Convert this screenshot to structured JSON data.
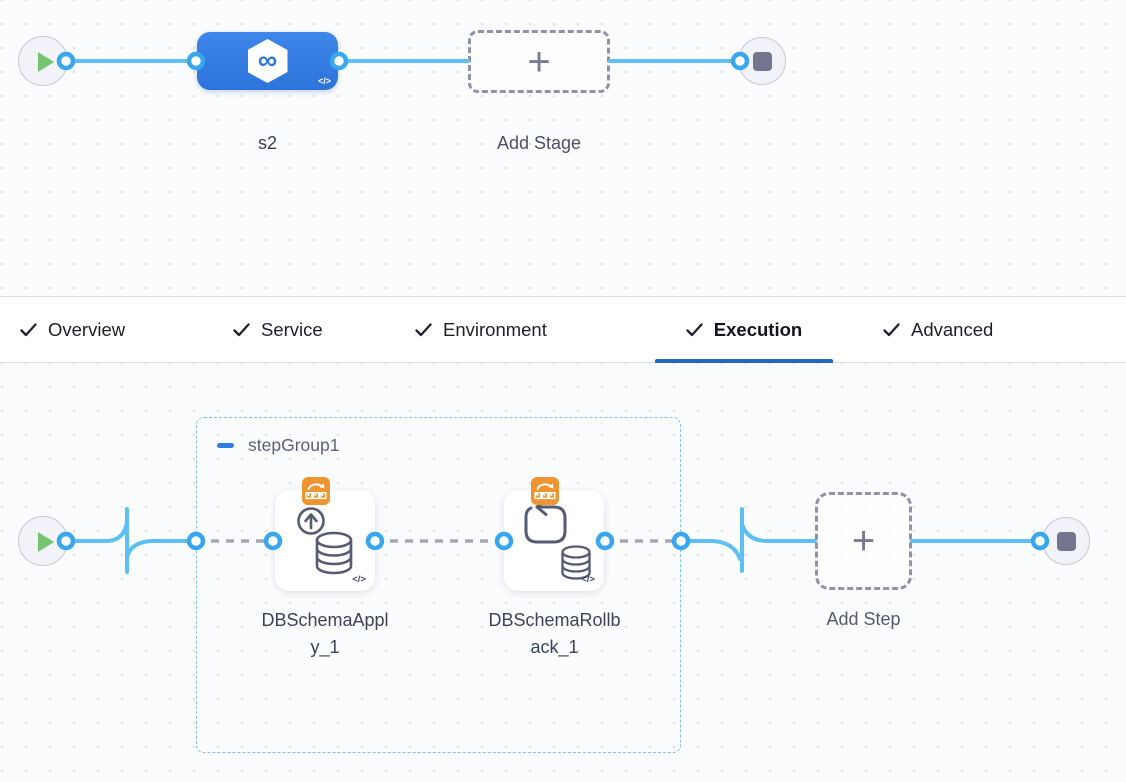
{
  "stage_canvas": {
    "start_node": "play",
    "stage": {
      "name": "s2",
      "logo_glyph": "∞",
      "code_glyph": "</>"
    },
    "add_stage": {
      "label": "Add Stage",
      "plus_glyph": "+"
    },
    "end_node": "stop"
  },
  "tabs": [
    {
      "label": "Overview",
      "checked": true,
      "active": false
    },
    {
      "label": "Service",
      "checked": true,
      "active": false
    },
    {
      "label": "Environment",
      "checked": true,
      "active": false
    },
    {
      "label": "Execution",
      "checked": true,
      "active": true
    },
    {
      "label": "Advanced",
      "checked": true,
      "active": false
    }
  ],
  "execution_canvas": {
    "step_group": {
      "name": "stepGroup1"
    },
    "steps": [
      {
        "name": "DBSchemaApply_1",
        "icon": "db-schema-apply",
        "code_glyph": "</>"
      },
      {
        "name": "DBSchemaRollback_1",
        "icon": "db-schema-rollback",
        "code_glyph": "</>"
      }
    ],
    "add_step": {
      "label": "Add Step",
      "plus_glyph": "+"
    },
    "start_node": "play",
    "end_node": "stop"
  },
  "colors": {
    "edge_blue": "#5ec0f2",
    "connector_ring_blue": "#38a7ef",
    "stage_blue": "#3079e0",
    "active_tab_underline": "#2168c5",
    "step_badge_orange": "#ee9430",
    "step_group_border": "#7ec2e8",
    "play_green": "#74c472"
  }
}
